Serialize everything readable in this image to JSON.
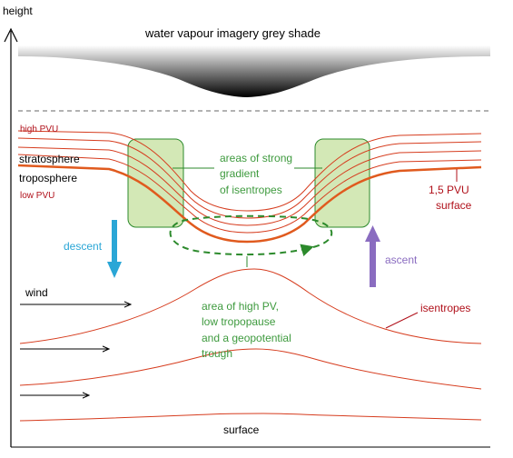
{
  "axis": {
    "label": "height"
  },
  "wv_label": "water vapour imagery grey shade",
  "pv_labels": {
    "high_pvu": "high PVU",
    "stratosphere": "stratosphere",
    "troposphere": "troposphere",
    "low_pvu": "low PVU"
  },
  "gradient_note": [
    "areas of strong",
    "gradient",
    "of isentropes"
  ],
  "pvu_surface": [
    "1,5 PVU",
    "surface"
  ],
  "descent": "descent",
  "ascent": "ascent",
  "wind": "wind",
  "high_pv_note": [
    "area of high PV,",
    "low tropopause",
    "and a geopotential",
    "trough"
  ],
  "isentropes": "isentropes",
  "surface": "surface",
  "colors": {
    "isentrope": "#d63c1e",
    "thick_pvu": "#e05a1e",
    "box_fill": "#d3e8b6",
    "box_stroke": "#2c8a2c",
    "green_text": "#3e9a3e",
    "descent": "#2aa6d6",
    "ascent": "#8a6cc0",
    "dark_red": "#b0101a"
  }
}
